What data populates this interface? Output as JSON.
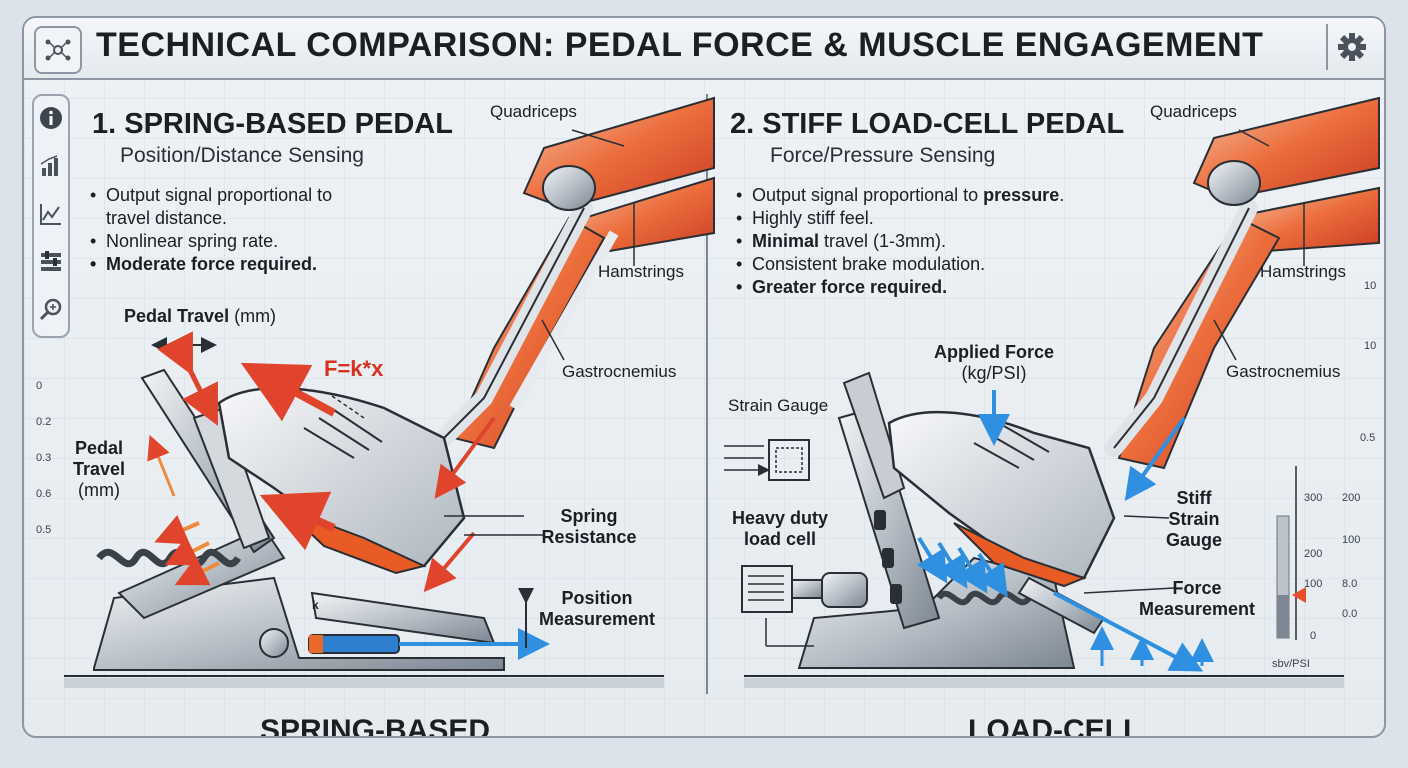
{
  "header": {
    "title": "TECHNICAL COMPARISON: PEDAL FORCE & MUSCLE ENGAGEMENT",
    "logo_icon": "network-nodes-icon",
    "settings_icon": "gear-icon"
  },
  "sidebar": {
    "icons": [
      "info-icon",
      "bar-chart-icon",
      "line-chart-icon",
      "sliders-icon",
      "zoom-icon"
    ]
  },
  "left": {
    "heading": "1. SPRING-BASED PEDAL",
    "subheading": "Position/Distance Sensing",
    "bullets": {
      "b1a": "Output signal proportional to",
      "b1b": "travel distance.",
      "b2": "Nonlinear spring rate.",
      "b3": "Moderate force required."
    },
    "labels": {
      "quadriceps": "Quadriceps",
      "hamstrings": "Hamstrings",
      "gastrocnemius": "Gastrocnemius",
      "pedal_travel_bold": "Pedal Travel",
      "pedal_travel_unit": " (mm)",
      "side_travel_1": "Pedal",
      "side_travel_2": "Travel",
      "side_travel_3": "(mm)",
      "formula": "F=k*x",
      "spring_1": "Spring",
      "spring_2": "Resistance",
      "position_1": "Position",
      "position_2": "Measurement",
      "k_mark": "k"
    },
    "ticks": [
      "0",
      "0.2",
      "0.3",
      "0.6",
      "0.5"
    ],
    "footer": "SPRING-BASED"
  },
  "right": {
    "heading": "2. STIFF LOAD-CELL PEDAL",
    "subheading": "Force/Pressure Sensing",
    "bullets": {
      "b1_pre": "Output signal proportional to ",
      "b1_bold": "pressure",
      "b1_post": ".",
      "b2": "Highly stiff feel.",
      "b3_bold": "Minimal",
      "b3_post": " travel (1-3mm).",
      "b4": "Consistent brake modulation.",
      "b5": "Greater force required."
    },
    "labels": {
      "quadriceps": "Quadriceps",
      "hamstrings": "Hamstrings",
      "gastrocnemius": "Gastrocnemius",
      "applied_1": "Applied Force",
      "applied_2": "(kg/PSI)",
      "strain_gauge": "Strain Gauge",
      "heavy_1": "Heavy duty",
      "heavy_2": "load cell",
      "stiff_1": "Stiff",
      "stiff_2": "Strain",
      "stiff_3": "Gauge",
      "force_1": "Force",
      "force_2": "Measurement"
    },
    "gauge": {
      "ticks_outer": [
        "10",
        "10",
        "0.5"
      ],
      "ticks_left": [
        "300",
        "200",
        "100",
        "0"
      ],
      "ticks_right": [
        "200",
        "100",
        "8.0",
        "0.0"
      ],
      "unit": "sbv/PSI",
      "level": 0.35
    },
    "footer": "LOAD-CELL"
  },
  "colors": {
    "muscle": "#e8502a",
    "arrow_red": "#e0442c",
    "arrow_blue": "#2f8fe0",
    "outline": "#2a2f35",
    "frame": "#8d97a3"
  }
}
